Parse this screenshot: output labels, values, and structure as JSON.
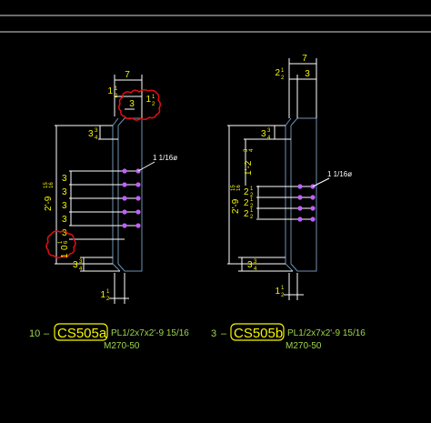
{
  "colors": {
    "background": "#000000",
    "dimension": "#ffffff",
    "dim_text": "#f5f500",
    "outline": "#6f8fb0",
    "bolt": "#c060ff",
    "cloud": "#e01010",
    "label_green": "#9cd64a",
    "mark_yellow": "#f5f500"
  },
  "left_detail": {
    "top_width": "7",
    "top_inner": "3",
    "top_left_whole": "1",
    "top_left_frac_num": "1",
    "top_left_frac_den": "2",
    "cloud_whole": "1",
    "cloud_frac_num": "1",
    "cloud_frac_den": "2",
    "chamfer_whole": "3",
    "chamfer_frac_num": "3",
    "chamfer_frac_den": "4",
    "overall_height": "2'-9",
    "overall_frac_num": "15",
    "overall_frac_den": "16",
    "spacing": [
      "3",
      "3",
      "3",
      "3",
      "3"
    ],
    "bottom_dim_whole": "1",
    "bottom_dim_frac_num": "0",
    "bottom_dim_frac_den": "15",
    "bottom_dim_sub_num": "1",
    "bottom_dim_sub_den": "6",
    "bottom_chamfer_whole": "3",
    "bottom_chamfer_frac_num": "3",
    "bottom_chamfer_frac_den": "4",
    "bottom_whole": "1",
    "bottom_frac_num": "1",
    "bottom_frac_den": "2",
    "hole_label": "1 1/16ø"
  },
  "right_detail": {
    "top_width": "7",
    "top_inner": "3",
    "top_left_whole": "2",
    "top_left_frac_num": "1",
    "top_left_frac_den": "2",
    "chamfer_whole": "3",
    "chamfer_frac_num": "3",
    "chamfer_frac_den": "4",
    "upper_dim": "1'-2",
    "upper_frac_num": "3",
    "upper_frac_den": "4",
    "overall_height": "2'-9",
    "overall_frac_num": "15",
    "overall_frac_den": "16",
    "spacing": [
      "2",
      "2",
      "2"
    ],
    "spacing_frac_num": "1",
    "spacing_frac_den": "2",
    "bottom_chamfer_whole": "3",
    "bottom_chamfer_frac_num": "3",
    "bottom_chamfer_frac_den": "4",
    "bottom_whole": "1",
    "bottom_frac_num": "1",
    "bottom_frac_den": "2",
    "hole_label": "1 1/16ø"
  },
  "label_a": {
    "qty": "10",
    "dash": "–",
    "mark": "CS505a",
    "desc": "PL1/2x7x2'-9 15/16",
    "grade": "M270-50"
  },
  "label_b": {
    "qty": "3",
    "dash": "–",
    "mark": "CS505b",
    "desc": "PL1/2x7x2'-9 15/16",
    "grade": "M270-50"
  }
}
